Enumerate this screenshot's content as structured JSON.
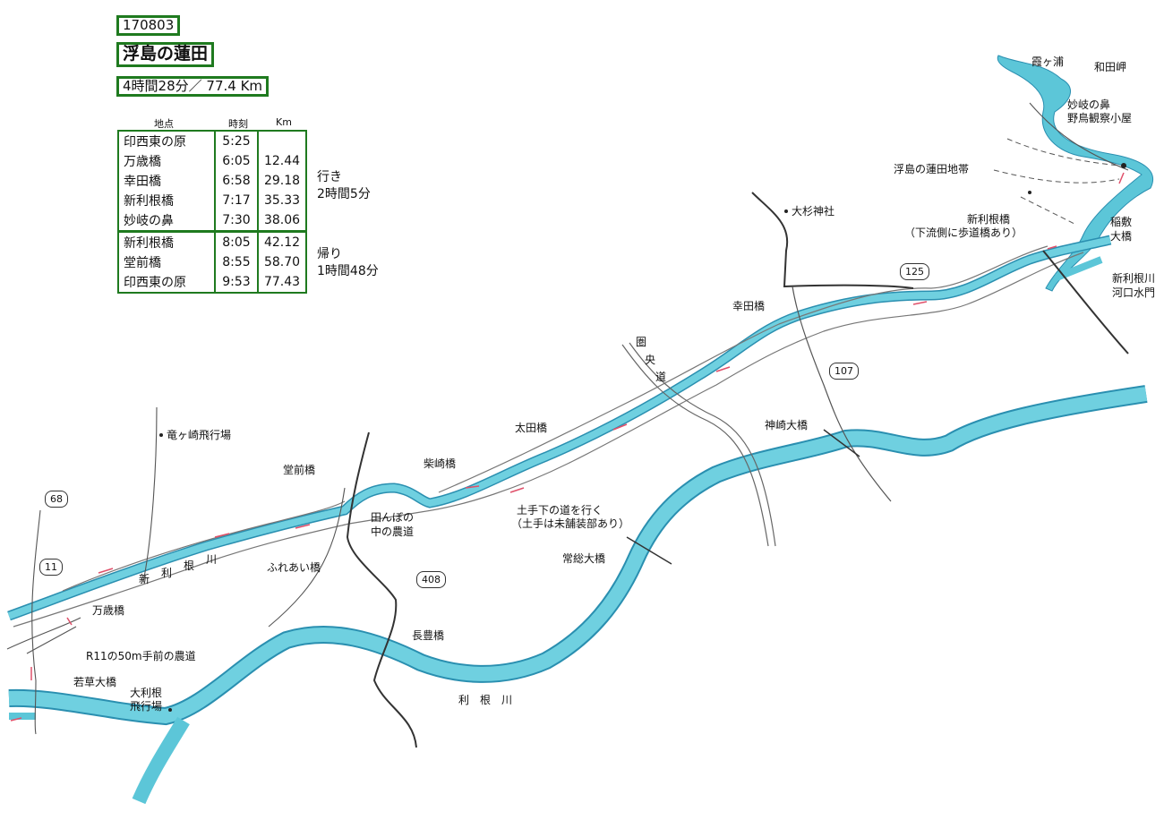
{
  "header": {
    "date": "170803",
    "title": "浮島の蓮田",
    "total": "4時間28分／ 77.4 Km"
  },
  "table": {
    "headers": [
      "地点",
      "時刻",
      "Km"
    ],
    "outbound": [
      {
        "place": "印西東の原",
        "time": "5:25",
        "km": ""
      },
      {
        "place": "万歳橋",
        "time": "6:05",
        "km": "12.44"
      },
      {
        "place": "幸田橋",
        "time": "6:58",
        "km": "29.18"
      },
      {
        "place": "新利根橋",
        "time": "7:17",
        "km": "35.33"
      },
      {
        "place": "妙岐の鼻",
        "time": "7:30",
        "km": "38.06"
      }
    ],
    "return": [
      {
        "place": "新利根橋",
        "time": "8:05",
        "km": "42.12"
      },
      {
        "place": "堂前橋",
        "time": "8:55",
        "km": "58.70"
      },
      {
        "place": "印西東の原",
        "time": "9:53",
        "km": "77.43"
      }
    ],
    "outbound_summary": [
      "行き",
      "2時間5分"
    ],
    "return_summary": [
      "帰り",
      "1時間48分"
    ]
  },
  "labels": {
    "kasumigaura": "霞ヶ浦",
    "wadamisaki": "和田岬",
    "myoki": "妙岐の鼻",
    "yacho": "野鳥観察小屋",
    "hasuda": "浮島の蓮田地帯",
    "osugi": "大杉神社",
    "shintonebashi": "新利根橋",
    "hodokyo": "（下流側に歩道橋あり）",
    "inashiki1": "稲敷",
    "inashiki2": "大橋",
    "kakou1": "新利根川",
    "kakou2": "河口水門",
    "kodabashi": "幸田橋",
    "ken1": "圏",
    "ken2": "央",
    "ken3": "道",
    "kanzaki": "神崎大橋",
    "ryugasaki": "竜ヶ崎飛行場",
    "otabashi": "太田橋",
    "shibasaki": "柴崎橋",
    "domae": "堂前橋",
    "dote1": "土手下の道を行く",
    "dote2": "（土手は未舗装部あり）",
    "tanbo1": "田んぼの",
    "tanbo2": "中の農道",
    "joso": "常総大橋",
    "fureai": "ふれあい橋",
    "shintonegawa": [
      "新",
      "利",
      "根",
      "川"
    ],
    "manzai": "万歳橋",
    "r11": "R11の50m手前の農道",
    "wakakusa": "若草大橋",
    "otone1": "大利根",
    "otone2": "飛行場",
    "nagatoyo": "長豊橋",
    "tonegawa": [
      "利",
      "根",
      "川"
    ]
  },
  "routes": {
    "r125": "125",
    "r107": "107",
    "r68": "68",
    "r11": "11",
    "r408": "408"
  },
  "colors": {
    "water": "#5cc6d8",
    "water_edge": "#2a8fb0",
    "frame": "#1f7a1f",
    "arrow": "#e0506a"
  }
}
